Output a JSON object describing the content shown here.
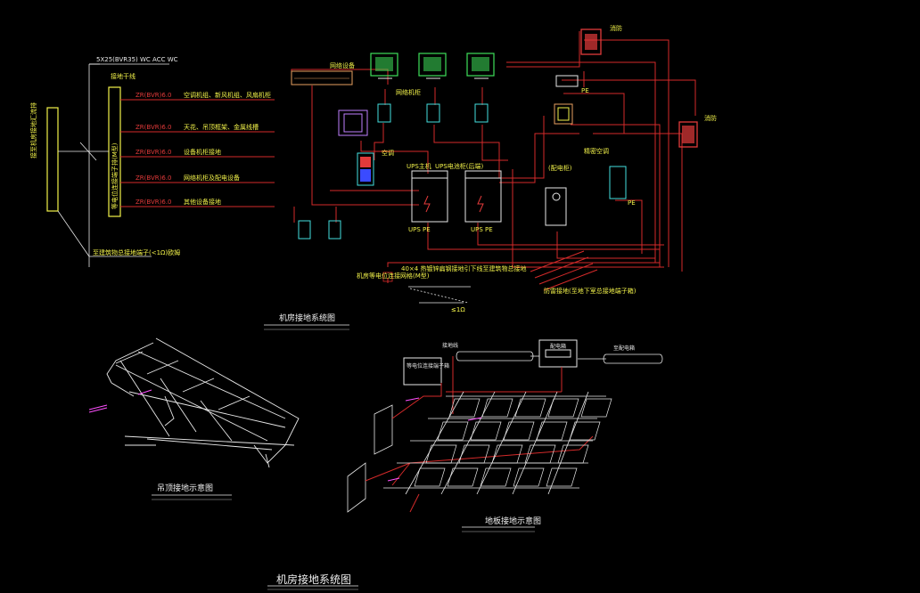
{
  "colors": {
    "background": "#000000",
    "wire_red": "#d42a2a",
    "busbar_yellow": "#f2f24a",
    "cable_white": "#e8e8e8",
    "equipment_cyan": "#43e0e0",
    "monitor_green": "#3ee05a",
    "tag_magenta": "#ff4fff"
  },
  "busbar": {
    "vertical_label": "接至机房接地汇流排",
    "top_cable": "5X25(BVR35)  WC ACC WC",
    "top_sub": "接地干线",
    "bottom_note": "至建筑物总接地端子(<1Ω)欧姆"
  },
  "terminal_strip_label": "等电位连接端子排(M型)",
  "branches": [
    {
      "cable": "ZR(BVR)6.0",
      "desc": "空调机组、新风机组、风扇机柜"
    },
    {
      "cable": "ZR(BVR)6.0",
      "desc": "天花、吊顶框架、金属线槽"
    },
    {
      "cable": "ZR(BVR)6.0",
      "desc": "设备机柜接地"
    },
    {
      "cable": "ZR(BVR)6.0",
      "desc": "网络机柜及配电设备"
    },
    {
      "cable": "ZR(BVR)6.0",
      "desc": "其他设备接地"
    }
  ],
  "equipment": {
    "switch": "网络设备",
    "monitors": "网络机柜",
    "ups1": "UPS主机",
    "ups2": "UPS电池柜(后端)",
    "ups1_pe": "UPS  PE",
    "ups2_pe": "UPS  PE",
    "cabinet": "(配电柜)",
    "ac": "空调",
    "fire1": "消防",
    "fire2": "消防",
    "precision_ac": "精密空调",
    "grounding_label": "防雷接地(至地下室总接地端子箱)",
    "grid_note": "机房等电位连接网格(M型)",
    "pe": "PE",
    "ground_box": "40×4 热镀锌扁钢接地引下线至建筑物总接地",
    "earth_note": "≤1Ω"
  },
  "titles": {
    "system_diagram": "机房接地系统图",
    "ceiling": "吊顶接地示意图",
    "floor": "地板接地示意图",
    "main": "机房接地系统图"
  },
  "floor_diagram": {
    "box1": "等电位连接端子箱",
    "box2": "配电箱",
    "label_pipe1": "接地线",
    "label_pipe2": "至配电箱"
  }
}
